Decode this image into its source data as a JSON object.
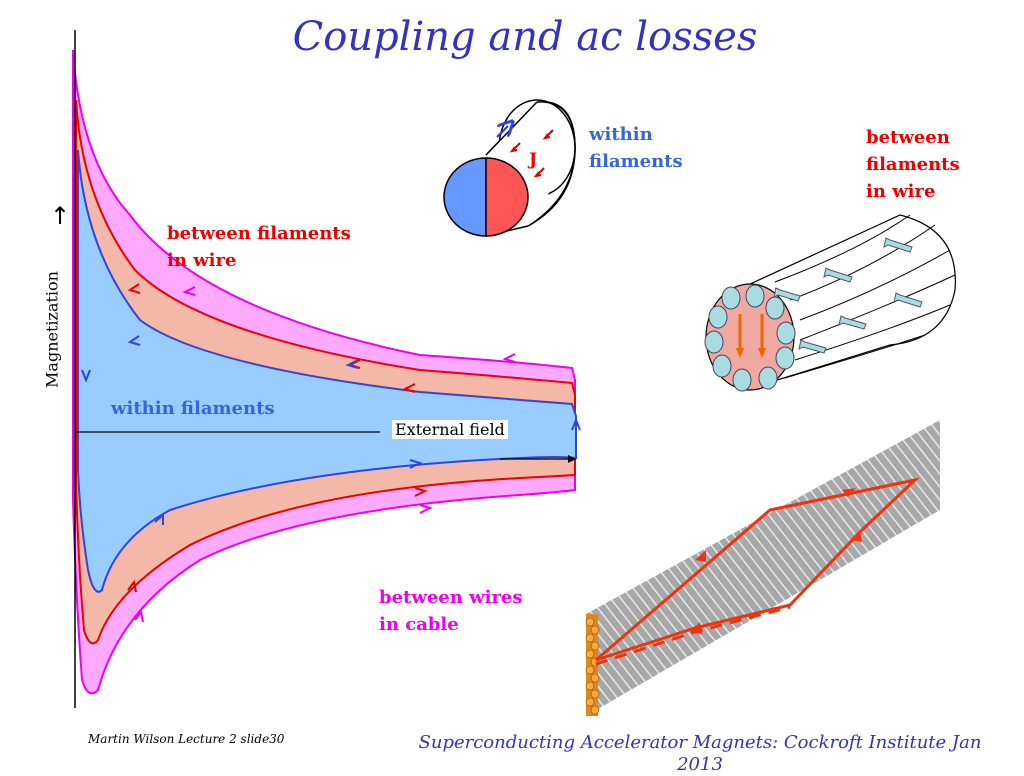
{
  "title": "Coupling and ac losses",
  "graph": {
    "y_axis_label": "Magnetization",
    "x_axis_label": "External field",
    "labels": {
      "between_filaments": "between filaments\nin wire",
      "within_filaments": "within filaments",
      "between_wires": "between wires\nin cable"
    }
  },
  "filament_diagram": {
    "label": "within\nfilaments",
    "current_label": "J"
  },
  "wire_diagram": {
    "label": "between\nfilaments\nin wire"
  },
  "footer": {
    "left": "Martin Wilson Lecture 2 slide30",
    "right": "Superconducting Accelerator Magnets:  Cockroft Institute Jan 2013"
  },
  "colors": {
    "title": "#3333bb",
    "within_filaments": "#3366dd",
    "between_filaments": "#ee0000",
    "between_wires": "#ee00ee",
    "within_fill": "#99ccff",
    "between_fill": "#f4b8a8",
    "cable_fill": "#ffaaff"
  }
}
